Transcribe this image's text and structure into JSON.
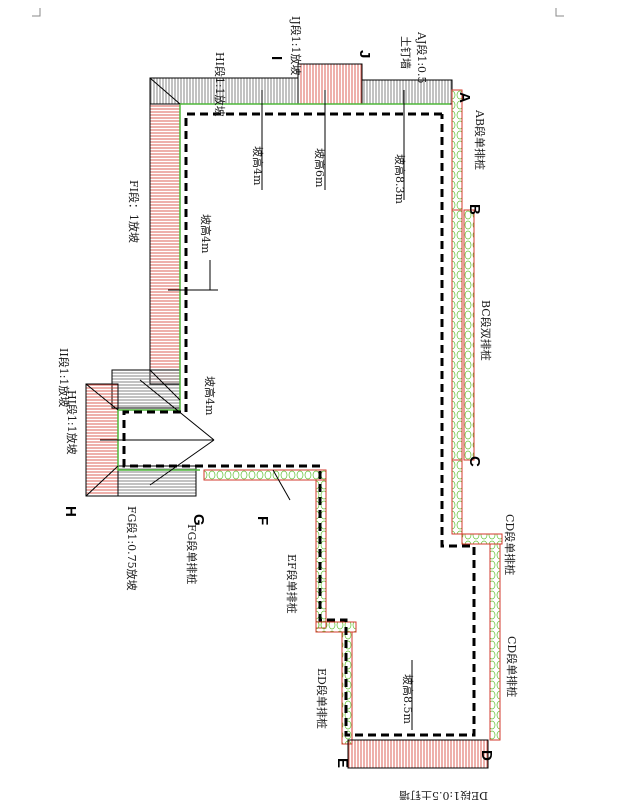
{
  "points": [
    "A",
    "B",
    "C",
    "D",
    "E",
    "F",
    "G",
    "H",
    "I",
    "J"
  ],
  "labels": {
    "aj_slope": "AJ段1:0.5",
    "aj_soil": "土钉墙",
    "ij_slope": "IJ段1:1放坡",
    "hi_slope": "HI段1:1放坡",
    "fi_slope": "FI段：1放坡",
    "ii_slope": "II段1:1放坡",
    "hii_slope": "HI段1:1放坡",
    "fg_slope": "FG段1:0.75放坡",
    "fg_pile": "FG段单排桩",
    "ab_pile": "AB段单排桩",
    "bc_pile": "BC段双排桩",
    "cd_pile_1": "CD段单排桩",
    "cd_pile_2": "CD段单排桩",
    "ef_pile": "EF段单排桩",
    "ed_pile": "ED段单排桩",
    "de_soil": "DE段1:0.5土钉墙"
  },
  "heights": {
    "h_4m_top": "坡高4m",
    "h_6m": "坡高6m",
    "h_83": "坡高8.3m",
    "h_4m_mid": "坡高4m",
    "h_4m_low": "坡高4m",
    "h_85": "坡高8.5m"
  },
  "colors": {
    "pile_red": "#d33a2c",
    "pile_green": "#5fbf2f",
    "slope_line": "#000000",
    "hatch_red": "#d33a2c",
    "dashed": "#000000",
    "green_line": "#4fb83a"
  }
}
